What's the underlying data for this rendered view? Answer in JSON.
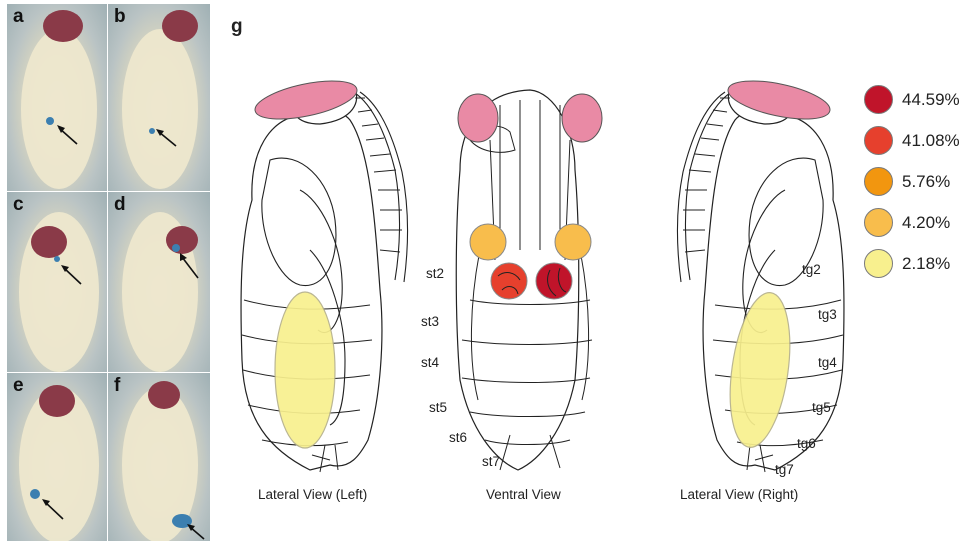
{
  "panel_labels": [
    "a",
    "b",
    "c",
    "d",
    "e",
    "f"
  ],
  "main_label": "g",
  "views": {
    "left": "Lateral View (Left)",
    "ventral": "Ventral View",
    "right": "Lateral View (Right)"
  },
  "sternite_labels": [
    "st2",
    "st3",
    "st4",
    "st5",
    "st6",
    "st7"
  ],
  "tergite_labels": [
    "tg2",
    "tg3",
    "tg4",
    "tg5",
    "tg6",
    "tg7"
  ],
  "legend": [
    {
      "label": "44.59%",
      "color": "#c0142a"
    },
    {
      "label": "41.08%",
      "color": "#e6402d"
    },
    {
      "label": "5.76%",
      "color": "#f2960f"
    },
    {
      "label": "4.20%",
      "color": "#f8bd4c"
    },
    {
      "label": "2.18%",
      "color": "#f8f08e"
    }
  ]
}
